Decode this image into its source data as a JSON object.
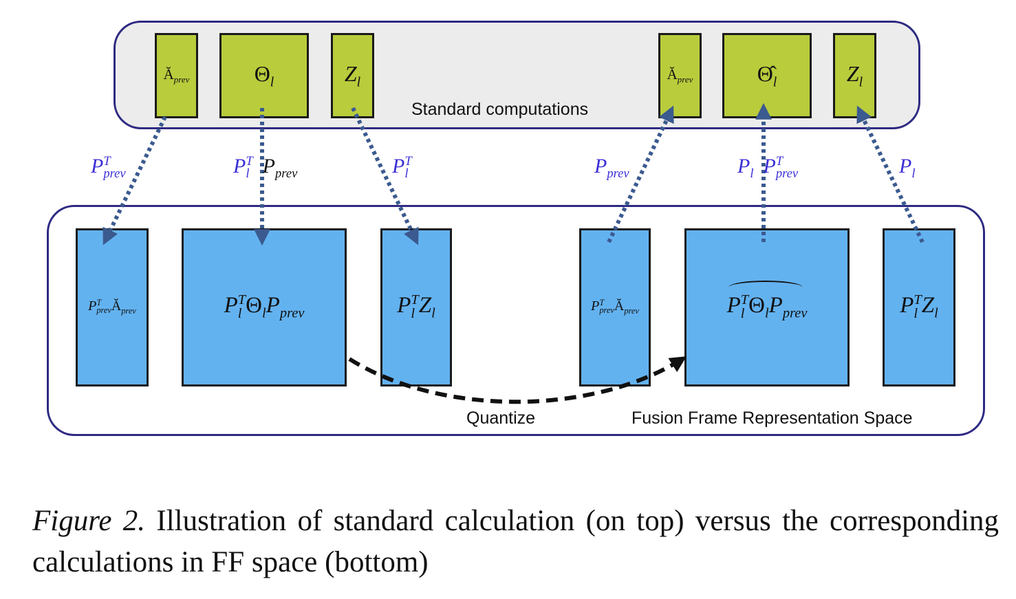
{
  "diagram": {
    "top_panel_label": "Standard computations",
    "bottom_panel_label": "Fusion Frame Representation Space",
    "quantize_label": "Quantize",
    "top_boxes": [
      {
        "base": "Ă",
        "sub": "prev"
      },
      {
        "base": "Θ",
        "sub": "l"
      },
      {
        "base": "Z",
        "sub": "l"
      },
      {
        "base": "Ă",
        "sub": "prev"
      },
      {
        "base": "Θ̂",
        "sub": "l"
      },
      {
        "base": "Z",
        "sub": "l"
      }
    ],
    "bottom_boxes": [
      {
        "p": "P",
        "sup": "T",
        "sub": "prev",
        "rest_base": "Ă",
        "rest_sub": "prev"
      },
      {
        "p": "P",
        "sup": "T",
        "sub": "l",
        "mid_base": "Θ",
        "mid_sub": "l",
        "tail_base": "P",
        "tail_sub": "prev"
      },
      {
        "p": "P",
        "sup": "T",
        "sub": "l",
        "rest_base": "Z",
        "rest_sub": "l"
      },
      {
        "p": "P",
        "sup": "T",
        "sub": "prev",
        "rest_base": "Ă",
        "rest_sub": "prev"
      },
      {
        "p": "P",
        "sup": "T",
        "sub": "l",
        "mid_base": "Θ",
        "mid_sub": "l",
        "tail_base": "P",
        "tail_sub": "prev"
      },
      {
        "p": "P",
        "sup": "T",
        "sub": "l",
        "rest_base": "Z",
        "rest_sub": "l"
      }
    ],
    "projections": [
      {
        "base": "P",
        "sup": "T",
        "sub": "prev"
      },
      {
        "base": "P",
        "sup": "T",
        "sub": "l",
        "second_base": "P",
        "second_sub": "prev"
      },
      {
        "base": "P",
        "sup": "T",
        "sub": "l"
      },
      {
        "base": "P",
        "sub": "prev"
      },
      {
        "base": "P",
        "sub": "l",
        "second_base": "P",
        "second_sup": "T",
        "second_sub": "prev"
      },
      {
        "base": "P",
        "sub": "l"
      }
    ],
    "colors": {
      "panel_border": "#2e2a82",
      "green_box": "#b9cc3c",
      "blue_box": "#63b2f0",
      "arrow": "#3b5a8f",
      "projection_text": "#3b2fd6"
    }
  },
  "caption": {
    "figure_label": "Figure 2.",
    "text": "Illustration of standard calculation (on top) versus the corresponding calculations in FF space (bottom)"
  }
}
